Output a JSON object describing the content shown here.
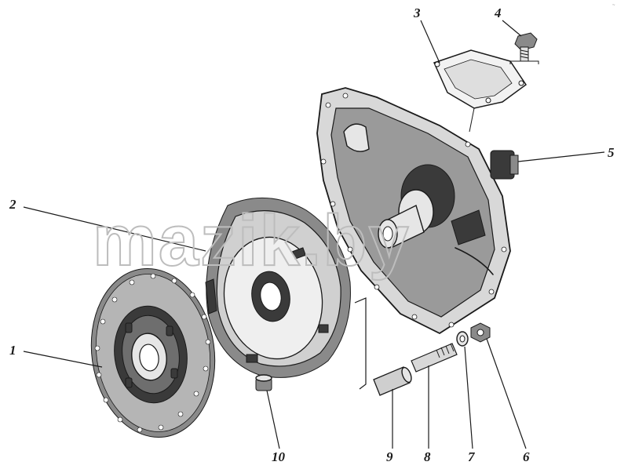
{
  "watermark": "mazik.by",
  "corner_mark": "~",
  "callouts": [
    {
      "id": "1",
      "label": "1"
    },
    {
      "id": "2",
      "label": "2"
    },
    {
      "id": "3",
      "label": "3"
    },
    {
      "id": "4",
      "label": "4"
    },
    {
      "id": "5",
      "label": "5"
    },
    {
      "id": "6",
      "label": "6"
    },
    {
      "id": "7",
      "label": "7"
    },
    {
      "id": "8",
      "label": "8"
    },
    {
      "id": "9",
      "label": "9"
    },
    {
      "id": "10",
      "label": "10"
    }
  ]
}
